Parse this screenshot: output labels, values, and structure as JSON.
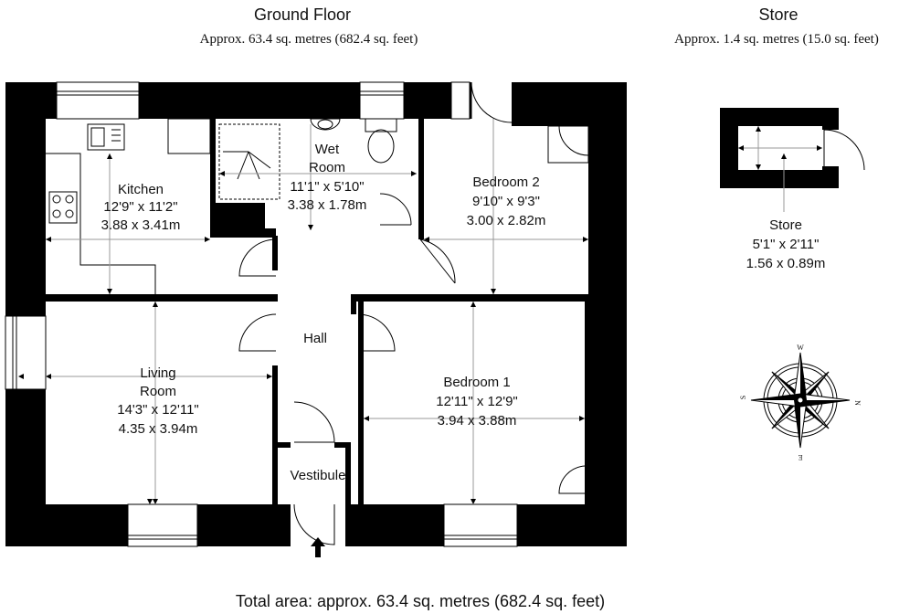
{
  "header": {
    "ground_title": "Ground Floor",
    "ground_area": "Approx. 63.4 sq. metres (682.4 sq. feet)",
    "store_title": "Store",
    "store_area": "Approx. 1.4 sq. metres (15.0 sq. feet)"
  },
  "rooms": {
    "kitchen": {
      "name": "Kitchen",
      "imperial": "12'9\" x 11'2\"",
      "metric": "3.88 x 3.41m"
    },
    "wet_room": {
      "name_line1": "Wet",
      "name_line2": "Room",
      "imperial": "11'1\" x 5'10\"",
      "metric": "3.38 x 1.78m"
    },
    "bedroom2": {
      "name": "Bedroom 2",
      "imperial": "9'10\" x 9'3\"",
      "metric": "3.00 x 2.82m"
    },
    "living_room": {
      "name_line1": "Living",
      "name_line2": "Room",
      "imperial": "14'3\" x 12'11\"",
      "metric": "4.35 x 3.94m"
    },
    "hall": {
      "name": "Hall"
    },
    "bedroom1": {
      "name": "Bedroom 1",
      "imperial": "12'11\" x 12'9\"",
      "metric": "3.94 x 3.88m"
    },
    "vestibule": {
      "name": "Vestibule"
    },
    "store": {
      "name": "Store",
      "imperial": "5'1\" x 2'11\"",
      "metric": "1.56 x 0.89m"
    }
  },
  "compass": {
    "cardinal": {
      "top": "W",
      "right": "N",
      "bottom": "E",
      "left": "S"
    },
    "icon": "compass-rose-icon"
  },
  "footer": {
    "total_area": "Total area: approx. 63.4 sq. metres (682.4 sq. feet)"
  },
  "colors": {
    "wall": "#000000",
    "background": "#ffffff",
    "dimension_guide": "#999999"
  }
}
